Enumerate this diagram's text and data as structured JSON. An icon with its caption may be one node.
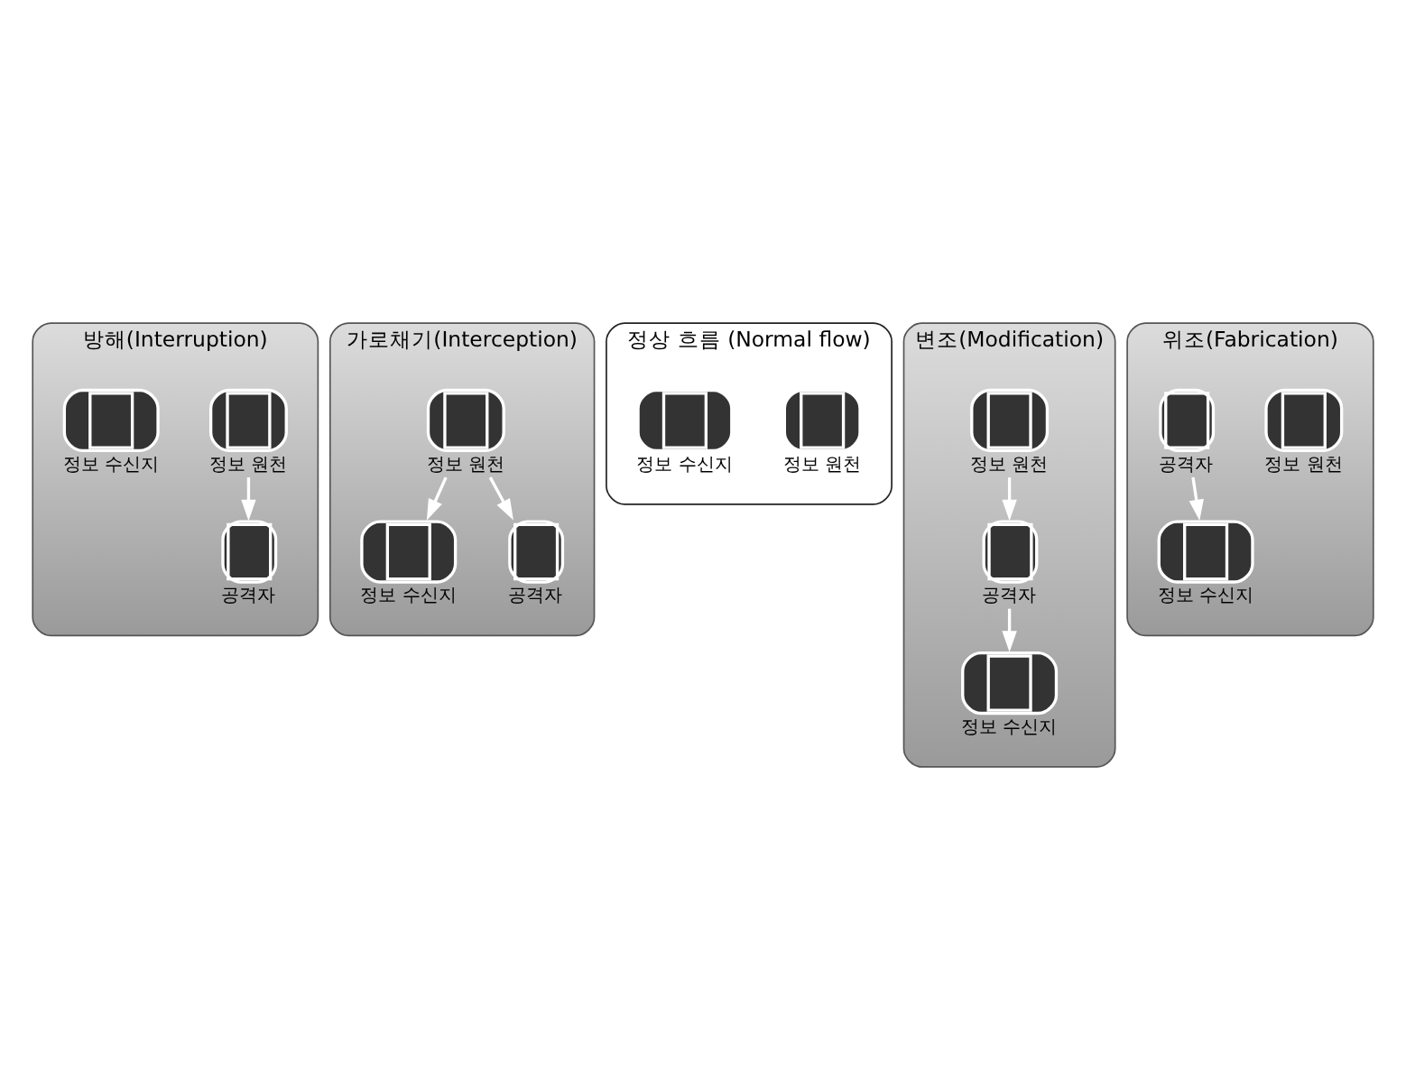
{
  "diagram": {
    "nodes": [
      {
        "text": [
          "방해(Interruption)"
        ]
      },
      {
        "text": [
          "정보 원천"
        ],
        "in": 0
      },
      {
        "text": [
          "정보 수신지"
        ],
        "in": 0
      },
      {
        "text": [
          "공격자"
        ],
        "in": 0
      },
      {
        "text": [
          "가로채기(Interception)"
        ]
      },
      {
        "text": [
          "정보 원천"
        ],
        "in": 4
      },
      {
        "text": [
          "정보 수신지"
        ],
        "in": 4
      },
      {
        "text": [
          "공격자"
        ],
        "in": 4
      },
      {
        "text": [
          "정상 흐름 (Normal flow)"
        ]
      },
      {
        "text": [
          "정보 원천"
        ],
        "in": 8
      },
      {
        "text": [
          "정보 수신지"
        ],
        "in": 8
      },
      {
        "text": [
          "변조(Modification)"
        ]
      },
      {
        "text": [
          "정보 원천"
        ],
        "in": 11
      },
      {
        "text": [
          "정보 수신지"
        ],
        "in": 11
      },
      {
        "text": [
          "공격자"
        ],
        "in": 11
      },
      {
        "text": [
          "위조(Fabrication)"
        ]
      },
      {
        "text": [
          "정보 원천"
        ],
        "in": 15
      },
      {
        "text": [
          "정보 수신지"
        ],
        "in": 15
      },
      {
        "text": [
          "공격자"
        ],
        "in": 15
      }
    ],
    "edges": [
      {
        "from": 1,
        "to": 3,
        "arrow": "to"
      },
      {
        "from": 5,
        "to": 6,
        "arrow": "to"
      },
      {
        "from": 5,
        "to": 7,
        "arrow": "to"
      },
      {
        "from": 12,
        "to": 14,
        "arrow": "to"
      },
      {
        "from": 14,
        "to": 13,
        "arrow": "to"
      },
      {
        "from": 18,
        "to": 17,
        "arrow": "to"
      }
    ]
  }
}
